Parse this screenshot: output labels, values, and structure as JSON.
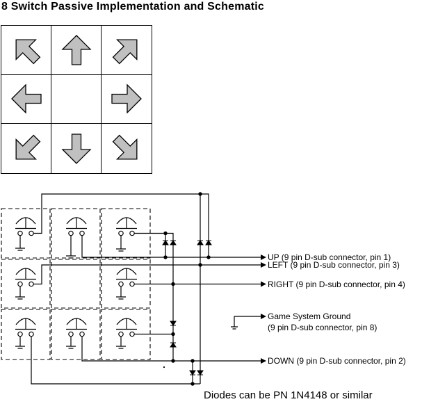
{
  "title": "8 Switch Passive Implementation and Schematic",
  "colors": {
    "arrow_fill": "#c0c0c0",
    "line": "#000000",
    "background": "#ffffff"
  },
  "direction_pad": {
    "rows": 3,
    "cols": 3,
    "cells": [
      {
        "direction": "up-left"
      },
      {
        "direction": "up"
      },
      {
        "direction": "up-right"
      },
      {
        "direction": "left"
      },
      {
        "direction": "empty"
      },
      {
        "direction": "right"
      },
      {
        "direction": "down-left"
      },
      {
        "direction": "down"
      },
      {
        "direction": "down-right"
      }
    ]
  },
  "schematic": {
    "switches": [
      "up-left",
      "up",
      "up-right",
      "left",
      "right",
      "down-left",
      "down",
      "down-right"
    ],
    "diode_count": 8,
    "signal_labels": {
      "up": "UP (9 pin D-sub connector, pin 1)",
      "left": "LEFT (9 pin D-sub connector, pin 3)",
      "right": "RIGHT (9 pin D-sub connector, pin 4)",
      "ground_line1": "Game System Ground",
      "ground_line2": "(9 pin D-sub connector, pin 8)",
      "down": "DOWN (9 pin D-sub connector, pin 2)"
    },
    "note": "Diodes can be PN 1N4148 or similar"
  }
}
